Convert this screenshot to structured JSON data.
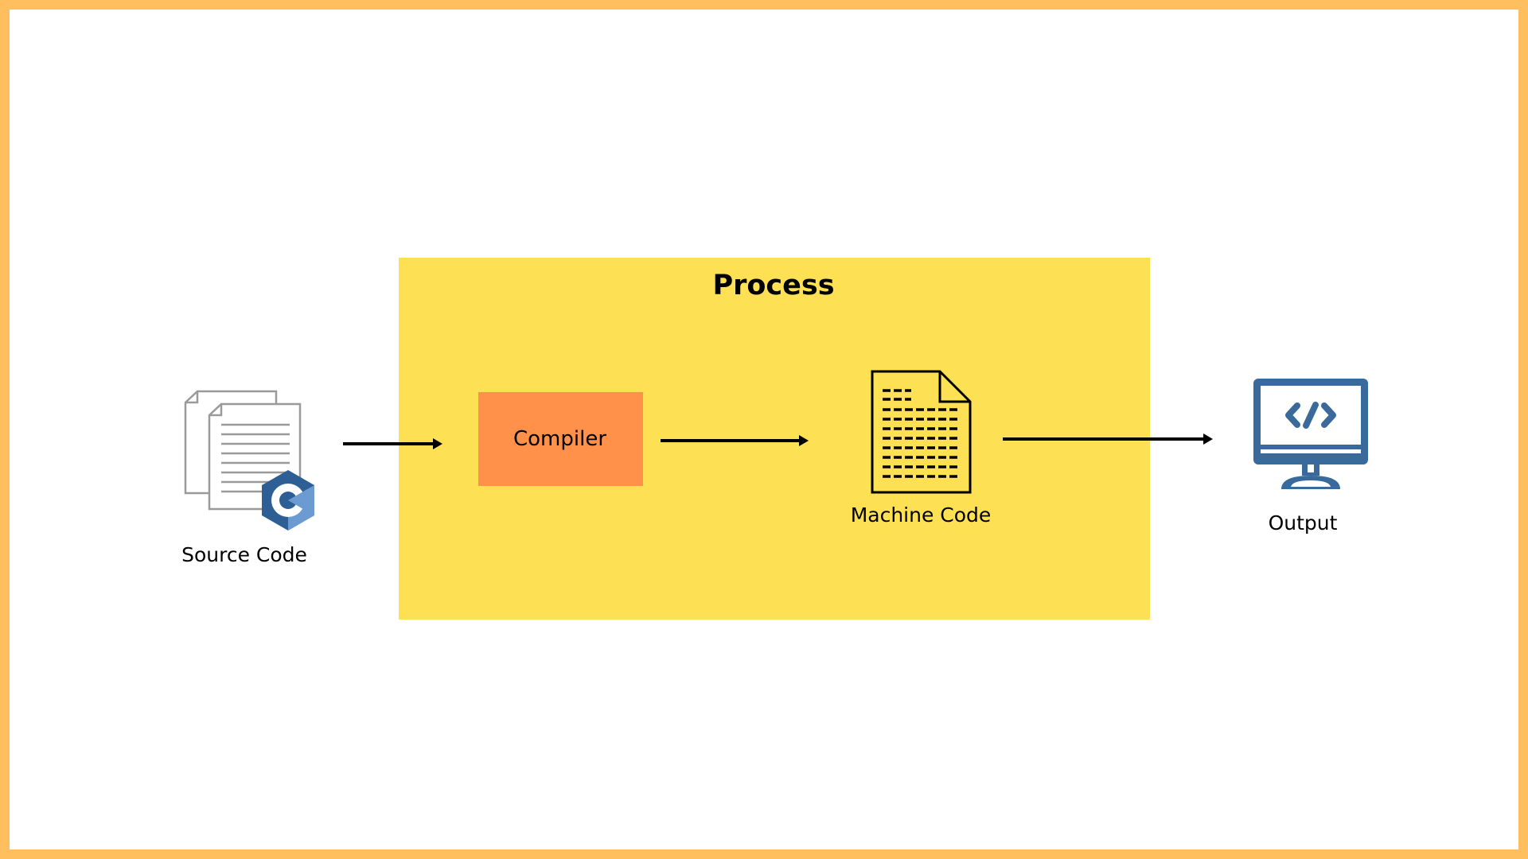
{
  "diagram": {
    "process_title": "Process",
    "nodes": {
      "source_code": {
        "label": "Source Code",
        "icon": "source-files-c-icon"
      },
      "compiler": {
        "label": "Compiler"
      },
      "machine_code": {
        "label": "Machine Code",
        "icon": "document-icon"
      },
      "output": {
        "label": "Output",
        "icon": "monitor-code-icon"
      }
    },
    "colors": {
      "frame_border": "#ffbf5e",
      "process_fill": "#fee055",
      "compiler_fill": "#ff914a",
      "c_logo_dark": "#2e5f94",
      "c_logo_light": "#6b9bd0",
      "monitor_blue": "#3a6a9b"
    }
  }
}
